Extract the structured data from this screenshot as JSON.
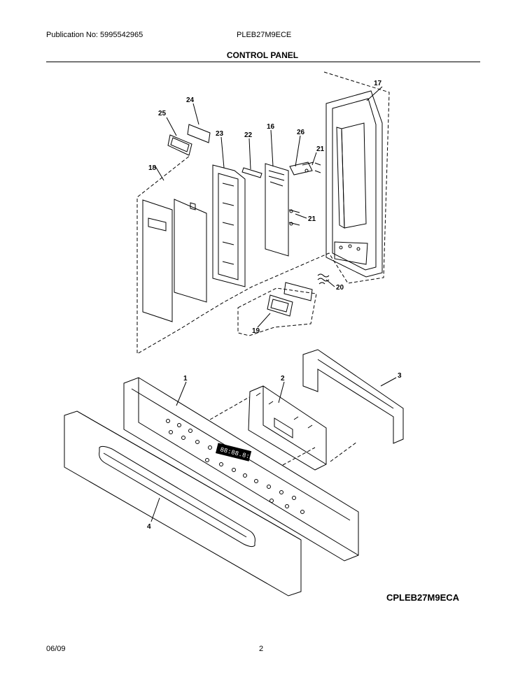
{
  "header": {
    "publication": "Publication No: 5995542965",
    "model": "PLEB27M9ECE",
    "section_title": "CONTROL PANEL"
  },
  "diagram": {
    "callouts": [
      "1",
      "2",
      "3",
      "4",
      "16",
      "17",
      "18",
      "19",
      "20",
      "21",
      "21",
      "22",
      "23",
      "24",
      "25",
      "26"
    ],
    "display_readout": "88:88.8:88"
  },
  "footer": {
    "diagram_code": "CPLEB27M9ECA",
    "date": "06/09",
    "page_number": "2"
  }
}
